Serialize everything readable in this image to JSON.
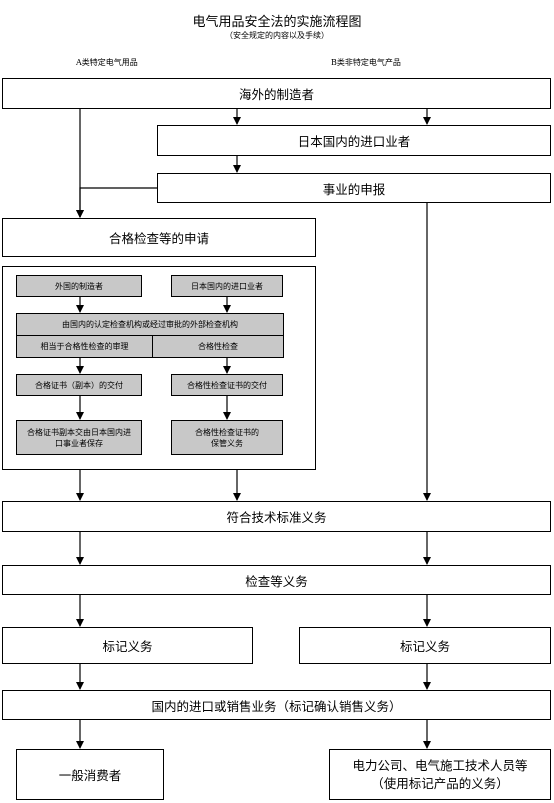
{
  "title": "电气用品安全法的实施流程图",
  "subtitle": "（安全规定的内容以及手续）",
  "labels": {
    "category_a": "A类特定电气用品",
    "category_b": "B类非特定电气产品"
  },
  "boxes": {
    "overseas_manufacturer": "海外的制造者",
    "japan_importer": "日本国内的进口业者",
    "business_report": "事业的申报",
    "conformity_application": "合格检查等的申请",
    "conformity_tech_standard": "符合技术标准义务",
    "inspection_duty": "检查等义务",
    "marking_duty_left": "标记义务",
    "marking_duty_right": "标记义务",
    "domestic_import_sales": "国内的进口或销售业务（标记确认销售义务）",
    "general_consumer": "一般消费者",
    "power_company": "电力公司、电气施工技术人员等\n（使用标记产品的义务）"
  },
  "inner": {
    "foreign_manufacturer": "外国的制造者",
    "japan_importer_small": "日本国内的进口业者",
    "inspection_body": "由国内的认定检查机构或经过审批的外部检查机构",
    "equivalent_review": "相当于合格性检查的审理",
    "conformity_inspection": "合格性检查",
    "cert_copy_delivery": "合格证书（副本）的交付",
    "cert_delivery": "合格性检查证书的交付",
    "cert_copy_keep": "合格证书副本交由日本国内进\n口事业者保存",
    "cert_keep": "合格性检查证书的\n保管义务"
  }
}
